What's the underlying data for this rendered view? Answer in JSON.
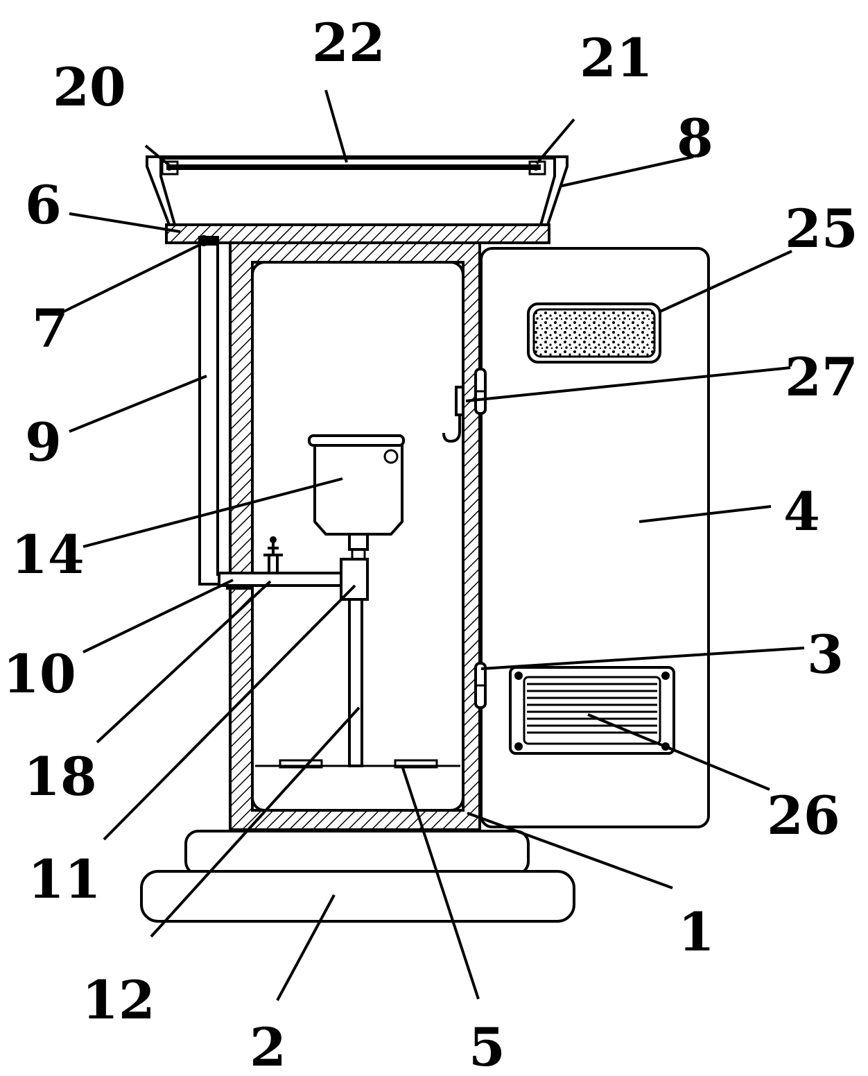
{
  "labels": {
    "l1": "1",
    "l2": "2",
    "l3": "3",
    "l4": "4",
    "l5": "5",
    "l6": "6",
    "l7": "7",
    "l8": "8",
    "l9": "9",
    "l10": "10",
    "l11": "11",
    "l12": "12",
    "l14": "14",
    "l18": "18",
    "l20": "20",
    "l21": "21",
    "l22": "22",
    "l25": "25",
    "l26": "26",
    "l27": "27"
  }
}
